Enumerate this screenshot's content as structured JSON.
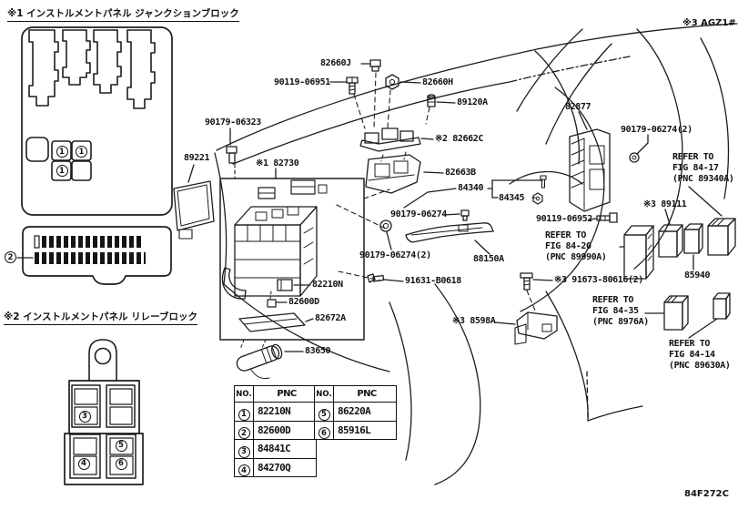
{
  "notes": {
    "junction_block_title": "※1 インストルメントパネル ジャンクションブロック",
    "relay_block_title": "※2 インストルメントパネル リレーブロック",
    "variant": "※3 AGZ1#",
    "figure_code": "84F272C"
  },
  "callouts": {
    "c1": "1",
    "c2": "2",
    "c3": "3",
    "c4": "4",
    "c5": "5",
    "c6": "6"
  },
  "labels": {
    "p82660j": "82660J",
    "p90119_06951": "90119-06951",
    "p82660h": "82660H",
    "p89120a": "89120A",
    "p82662c": "※2 82662C",
    "p82730": "※1 82730",
    "p90179_06323": "90179-06323",
    "p89221": "89221",
    "p82877": "82877",
    "p90179_06274_2_top": "90179-06274(2)",
    "p89111": "※3 89111",
    "p84340": "84340",
    "p84345": "84345",
    "p90119_06952": "90119-06952",
    "p82663b": "82663B",
    "p90179_06274": "90179-06274",
    "p90179_06274_2_left": "90179-06274(2)",
    "p88150a": "88150A",
    "p85940": "85940",
    "p91631_b0618": "91631-B0618",
    "p91673_80616": "※3 91673-80616(2)",
    "p82210n": "82210N",
    "p82600d": "82600D",
    "p82672a": "82672A",
    "p8598a": "※3 8598A",
    "p83650": "83650"
  },
  "refer_notes": {
    "fig84_17": [
      "REFER TO",
      "FIG 84-17",
      "(PNC 89340A)"
    ],
    "fig84_20": [
      "REFER TO",
      "FIG 84-20",
      "(PNC 89990A)"
    ],
    "fig84_35": [
      "REFER TO",
      "FIG 84-35",
      "(PNC 8976A)"
    ],
    "fig84_14": [
      "REFER TO",
      "FIG 84-14",
      "(PNC 89630A)"
    ]
  },
  "table": {
    "headers": {
      "no": "NO.",
      "pnc": "PNC"
    },
    "left_rows": [
      {
        "no": "1",
        "pnc": "82210N"
      },
      {
        "no": "2",
        "pnc": "82600D"
      },
      {
        "no": "3",
        "pnc": "84841C"
      },
      {
        "no": "4",
        "pnc": "84270Q"
      }
    ],
    "right_rows": [
      {
        "no": "5",
        "pnc": "86220A"
      },
      {
        "no": "6",
        "pnc": "85916L"
      }
    ]
  }
}
